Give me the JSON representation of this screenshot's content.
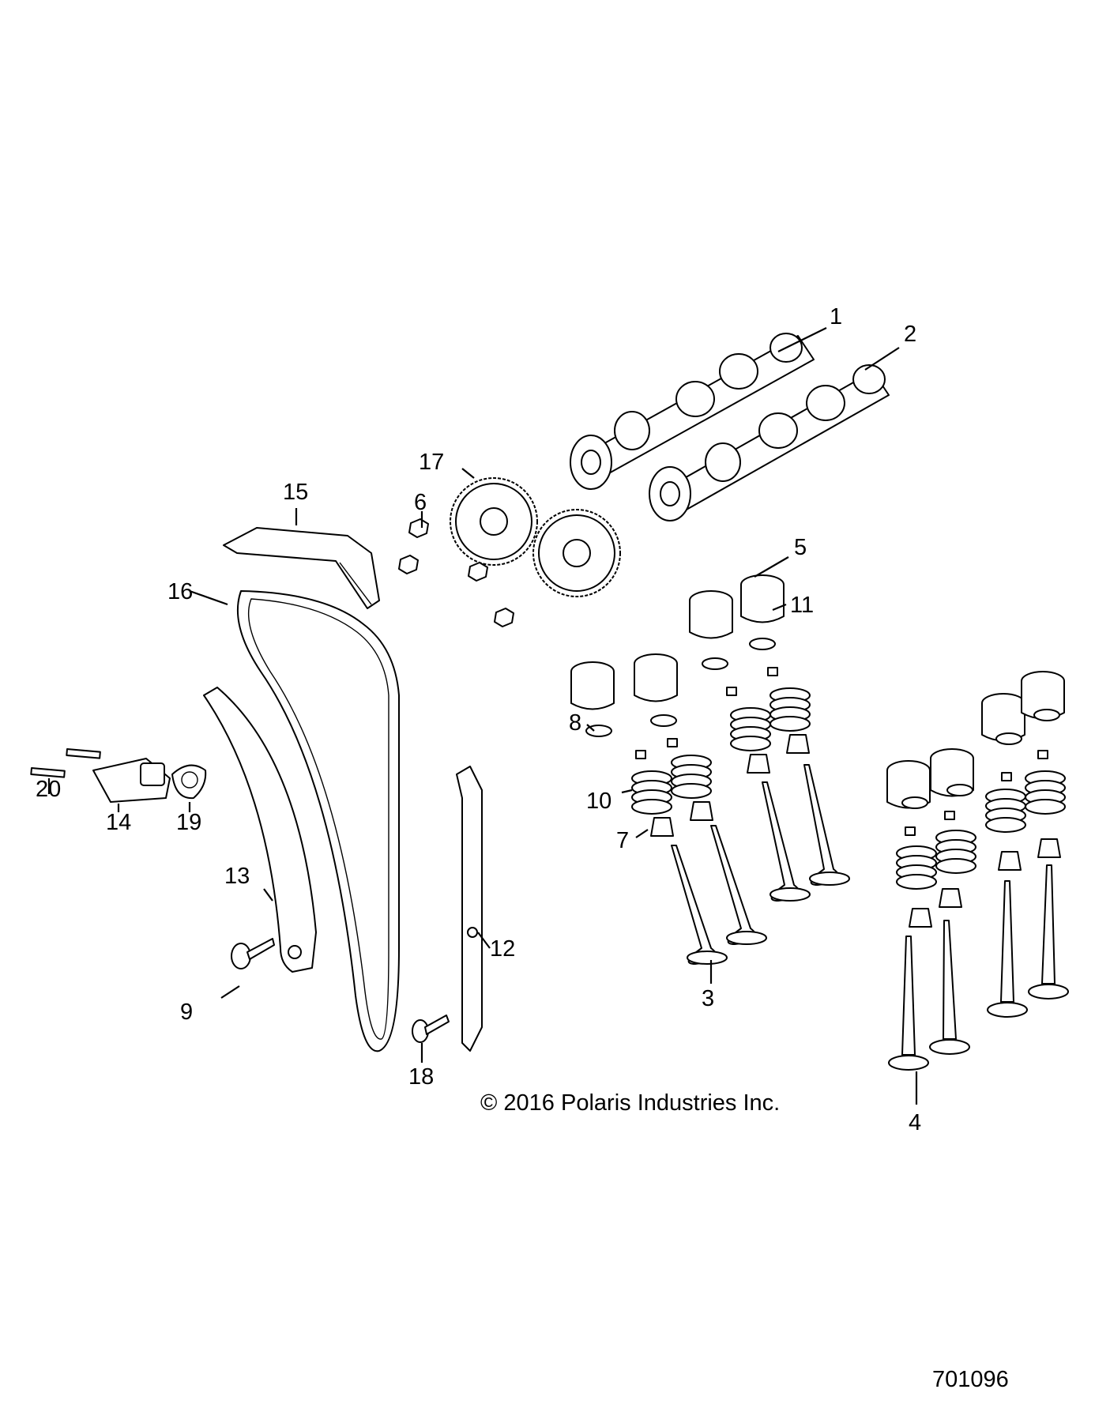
{
  "callouts": {
    "c1": "1",
    "c2": "2",
    "c3": "3",
    "c4": "4",
    "c5": "5",
    "c6": "6",
    "c7": "7",
    "c8": "8",
    "c9": "9",
    "c10": "10",
    "c11": "11",
    "c12": "12",
    "c13": "13",
    "c14": "14",
    "c15": "15",
    "c16": "16",
    "c17": "17",
    "c18": "18",
    "c19": "19",
    "c20": "20"
  },
  "copyright": "© 2016 Polaris Industries Inc.",
  "document_id": "701096"
}
